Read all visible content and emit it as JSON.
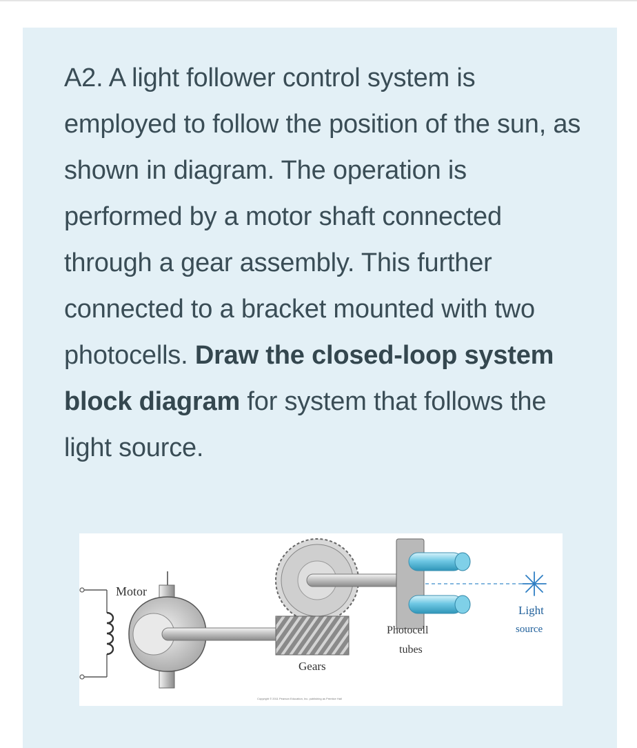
{
  "question": {
    "text_start": "A2. A light follower control system is employed to follow the position of the sun, as shown in diagram. The operation is performed by a motor shaft connected through a gear assembly. This further connected to a bracket mounted with two photocells. ",
    "text_bold": "Draw the closed-loop system block diagram",
    "text_end": " for system that follows the light source."
  },
  "figure": {
    "motor_label": "Motor",
    "gears_label": "Gears",
    "photocell_label_line1": "Photocell",
    "photocell_label_line2": "tubes",
    "light_label_line1": "Light",
    "light_label_line2": "source",
    "copyright": "Copyright © 2011 Pearson Education, Inc. publishing as Prentice Hall",
    "icons": [
      "motor-coil",
      "motor",
      "spur-gear",
      "worm-gear",
      "photocell-bracket",
      "light-source-icon"
    ]
  }
}
